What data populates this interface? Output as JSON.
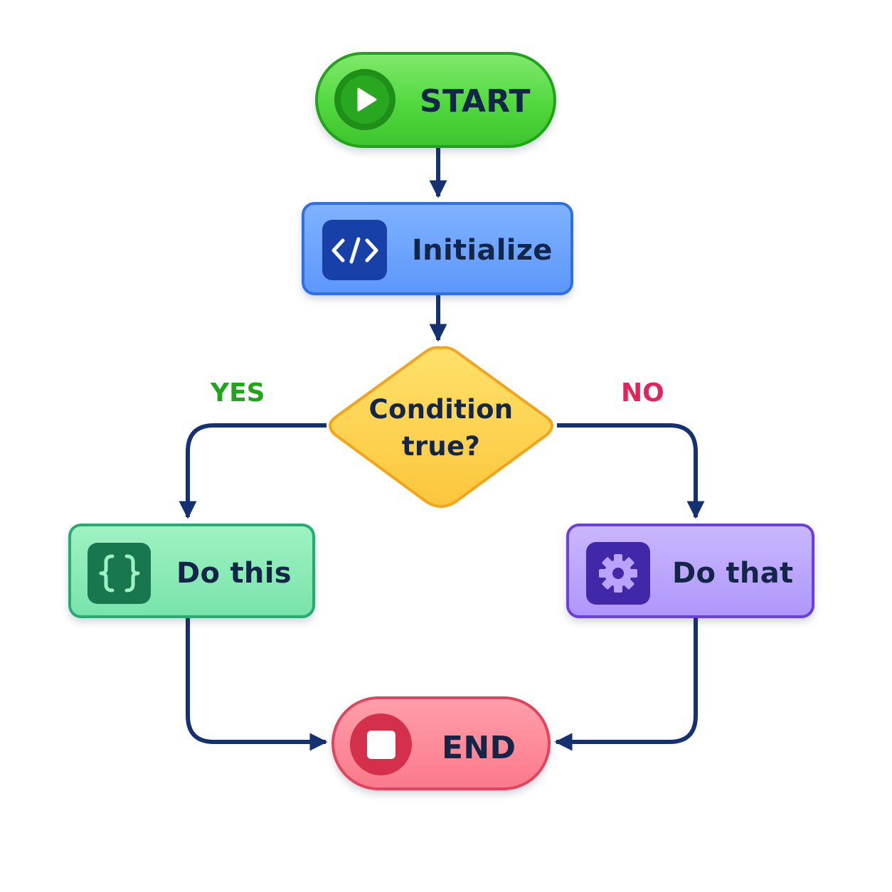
{
  "nodes": {
    "start": {
      "label": "START",
      "icon": "play-icon",
      "color": "#52d83f"
    },
    "init": {
      "label": "Initialize",
      "icon": "code-icon",
      "color": "#5d97fb"
    },
    "decision": {
      "line1": "Condition",
      "line2": "true?",
      "color": "#fcd04a"
    },
    "dothis": {
      "label": "Do this",
      "icon": "braces-icon",
      "color": "#79e3ab"
    },
    "dothat": {
      "label": "Do that",
      "icon": "gear-icon",
      "color": "#ae97fb"
    },
    "end": {
      "label": "END",
      "icon": "stop-icon",
      "color": "#fb7a8b"
    }
  },
  "branches": {
    "yes": {
      "label": "YES",
      "color": "#22a51c"
    },
    "no": {
      "label": "NO",
      "color": "#e0245e"
    }
  },
  "connector_color": "#163172"
}
